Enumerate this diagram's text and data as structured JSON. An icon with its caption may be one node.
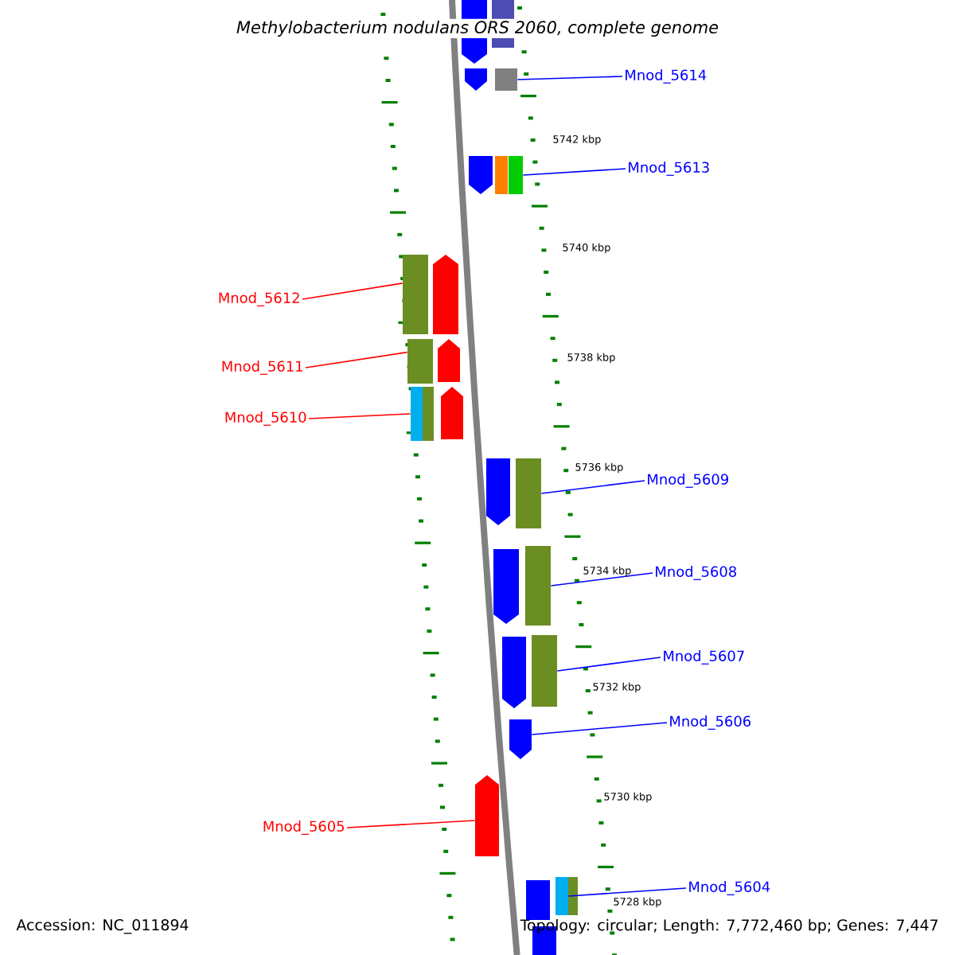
{
  "diagram": {
    "title": "Methylobacterium nodulans ORS 2060, complete genome",
    "nodes": [
      {
        "text": [
          "Mnod_5614"
        ]
      },
      {
        "text": [
          "Mnod_5613"
        ]
      },
      {
        "text": [
          "Mnod_5612"
        ]
      },
      {
        "text": [
          "Mnod_5611"
        ]
      },
      {
        "text": [
          "Mnod_5610"
        ]
      },
      {
        "text": [
          "Mnod_5609"
        ]
      },
      {
        "text": [
          "Mnod_5608"
        ]
      },
      {
        "text": [
          "Mnod_5607"
        ]
      },
      {
        "text": [
          "Mnod_5606"
        ]
      },
      {
        "text": [
          "Mnod_5605"
        ]
      },
      {
        "text": [
          "Mnod_5604"
        ]
      },
      {
        "text": [],
        "shape": "arrow"
      },
      {
        "text": [],
        "shape": "bar"
      },
      {
        "text": [],
        "shape": "arrow"
      },
      {
        "text": [],
        "shape": "bar"
      },
      {
        "text": [],
        "shape": "arrow"
      },
      {
        "text": [],
        "shape": "bar"
      },
      {
        "text": [],
        "shape": "bar"
      },
      {
        "text": [],
        "shape": "bar"
      },
      {
        "text": [],
        "shape": "arrow"
      },
      {
        "text": [],
        "shape": "bar"
      },
      {
        "text": [],
        "shape": "arrow"
      },
      {
        "text": [],
        "shape": "bar"
      },
      {
        "text": [],
        "shape": "bar"
      },
      {
        "text": [],
        "shape": "arrow"
      },
      {
        "text": [],
        "shape": "arrow"
      },
      {
        "text": [],
        "shape": "bar"
      },
      {
        "text": [],
        "shape": "arrow"
      },
      {
        "text": [],
        "shape": "bar"
      },
      {
        "text": [],
        "shape": "arrow"
      },
      {
        "text": [],
        "shape": "bar"
      },
      {
        "text": [],
        "shape": "arrow"
      },
      {
        "text": [],
        "shape": "arrow"
      },
      {
        "text": [],
        "shape": "bar"
      },
      {
        "text": [],
        "shape": "bar"
      },
      {
        "text": [],
        "shape": "bar"
      },
      {
        "text": [],
        "shape": "bar"
      }
    ],
    "edges": [
      {
        "from": 0,
        "to": 14,
        "arrow": "none"
      },
      {
        "from": 1,
        "to": 17,
        "arrow": "none"
      },
      {
        "from": 2,
        "to": 18,
        "arrow": "none",
        "color": "#ff0000"
      },
      {
        "from": 3,
        "to": 20,
        "arrow": "none",
        "color": "#ff0000"
      },
      {
        "from": 4,
        "to": 22,
        "arrow": "none",
        "color": "#ff0000"
      },
      {
        "from": 5,
        "to": 26,
        "arrow": "none"
      },
      {
        "from": 6,
        "to": 28,
        "arrow": "none"
      },
      {
        "from": 7,
        "to": 30,
        "arrow": "none"
      },
      {
        "from": 8,
        "to": 31,
        "arrow": "none"
      },
      {
        "from": 9,
        "to": 32,
        "arrow": "none",
        "color": "#ff0000"
      },
      {
        "from": 10,
        "to": 34,
        "arrow": "none"
      }
    ],
    "labels": [
      "5742 kbp",
      "5740 kbp",
      "5738 kbp",
      "5736 kbp",
      "5734 kbp",
      "5732 kbp",
      "5730 kbp",
      "5728 kbp",
      "Accession: NC_011894",
      "Topology: circular; Length: 7,772,460 bp; Genes: 7,447"
    ]
  }
}
